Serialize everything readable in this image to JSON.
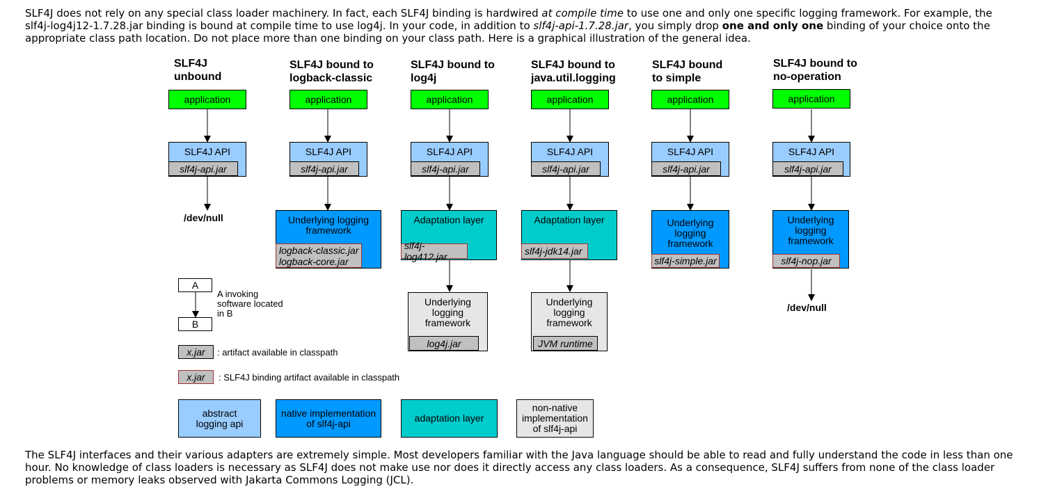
{
  "intro": {
    "seg1": "SLF4J does not rely on any special class loader machinery. In fact, each SLF4J binding is hardwired ",
    "seg2_italic": "at compile time",
    "seg3": " to use one and only one specific logging framework. For example, the slf4j-log4j12-1.7.28.jar binding is bound at compile time to use log4j. In your code, in addition to ",
    "seg4_italic": "slf4j-api-1.7.28.jar",
    "seg5": ", you simply drop ",
    "seg6_bold": "one and only one",
    "seg7": " binding of your choice onto the appropriate class path location. Do not place more than one binding on your class path. Here is a graphical illustration of the general idea."
  },
  "outro": "The SLF4J interfaces and their various adapters are extremely simple. Most developers familiar with the Java language should be able to read and fully understand the code in less than one hour. No knowledge of class loaders is necessary as SLF4J does not make use nor does it directly access any class loaders. As a consequence, SLF4J suffers from none of the class loader problems or memory leaks observed with Jakarta Commons Logging (JCL).",
  "diagram": {
    "columns": [
      {
        "title1": "SLF4J",
        "title2": "unbound",
        "app": "application",
        "api": "SLF4J API",
        "api_jar": "slf4j-api.jar",
        "devnull": "/dev/null"
      },
      {
        "title1": "SLF4J bound to",
        "title2": "logback-classic",
        "app": "application",
        "api": "SLF4J API",
        "api_jar": "slf4j-api.jar",
        "layer_line1": "Underlying logging",
        "layer_line2": "framework",
        "jar1": "logback-classic.jar",
        "jar2": "logback-core.jar"
      },
      {
        "title1": "SLF4J bound to",
        "title2": "log4j",
        "app": "application",
        "api": "SLF4J API",
        "api_jar": "slf4j-api.jar",
        "layer": "Adaptation layer",
        "layer_jar": "slf4j-log412.jar",
        "under_line1": "Underlying",
        "under_line2": "logging",
        "under_line3": "framework",
        "under_jar": "log4j.jar"
      },
      {
        "title1": "SLF4J bound to",
        "title2": "java.util.logging",
        "app": "application",
        "api": "SLF4J API",
        "api_jar": "slf4j-api.jar",
        "layer": "Adaptation layer",
        "layer_jar": "slf4j-jdk14.jar",
        "under_line1": "Underlying",
        "under_line2": "logging",
        "under_line3": "framework",
        "under_jar": "JVM runtime"
      },
      {
        "title1": "SLF4J bound",
        "title2": "to simple",
        "app": "application",
        "api": "SLF4J API",
        "api_jar": "slf4j-api.jar",
        "layer_line1": "Underlying",
        "layer_line2": "logging",
        "layer_line3": "framework",
        "layer_jar": "slf4j-simple.jar"
      },
      {
        "title1": "SLF4J bound to",
        "title2": "no-operation",
        "app": "application",
        "api": "SLF4J API",
        "api_jar": "slf4j-api.jar",
        "layer_line1": "Underlying",
        "layer_line2": "logging",
        "layer_line3": "framework",
        "layer_jar": "slf4j-nop.jar",
        "devnull": "/dev/null"
      }
    ],
    "legend": {
      "a": "A",
      "b": "B",
      "invoke1": "A invoking",
      "invoke2": "software located",
      "invoke3": "in B",
      "xjar": "x.jar",
      "artifact": ": artifact available in classpath",
      "binding_artifact": ": SLF4J binding artifact available in classpath",
      "abstract1": "abstract",
      "abstract2": "logging api",
      "native1": "native implementation",
      "native2": "of slf4j-api",
      "adaptation": "adaptation layer",
      "nonnative1": "non-native",
      "nonnative2": "implementation",
      "nonnative3": "of slf4j-api"
    },
    "colors": {
      "application": "#00ff00",
      "api": "#99ccff",
      "native": "#0099ff",
      "adaptation": "#00cccc",
      "nonnative": "#e6e6e6",
      "jar": "#c0c0c0",
      "binding_border": "#a0302e"
    }
  }
}
